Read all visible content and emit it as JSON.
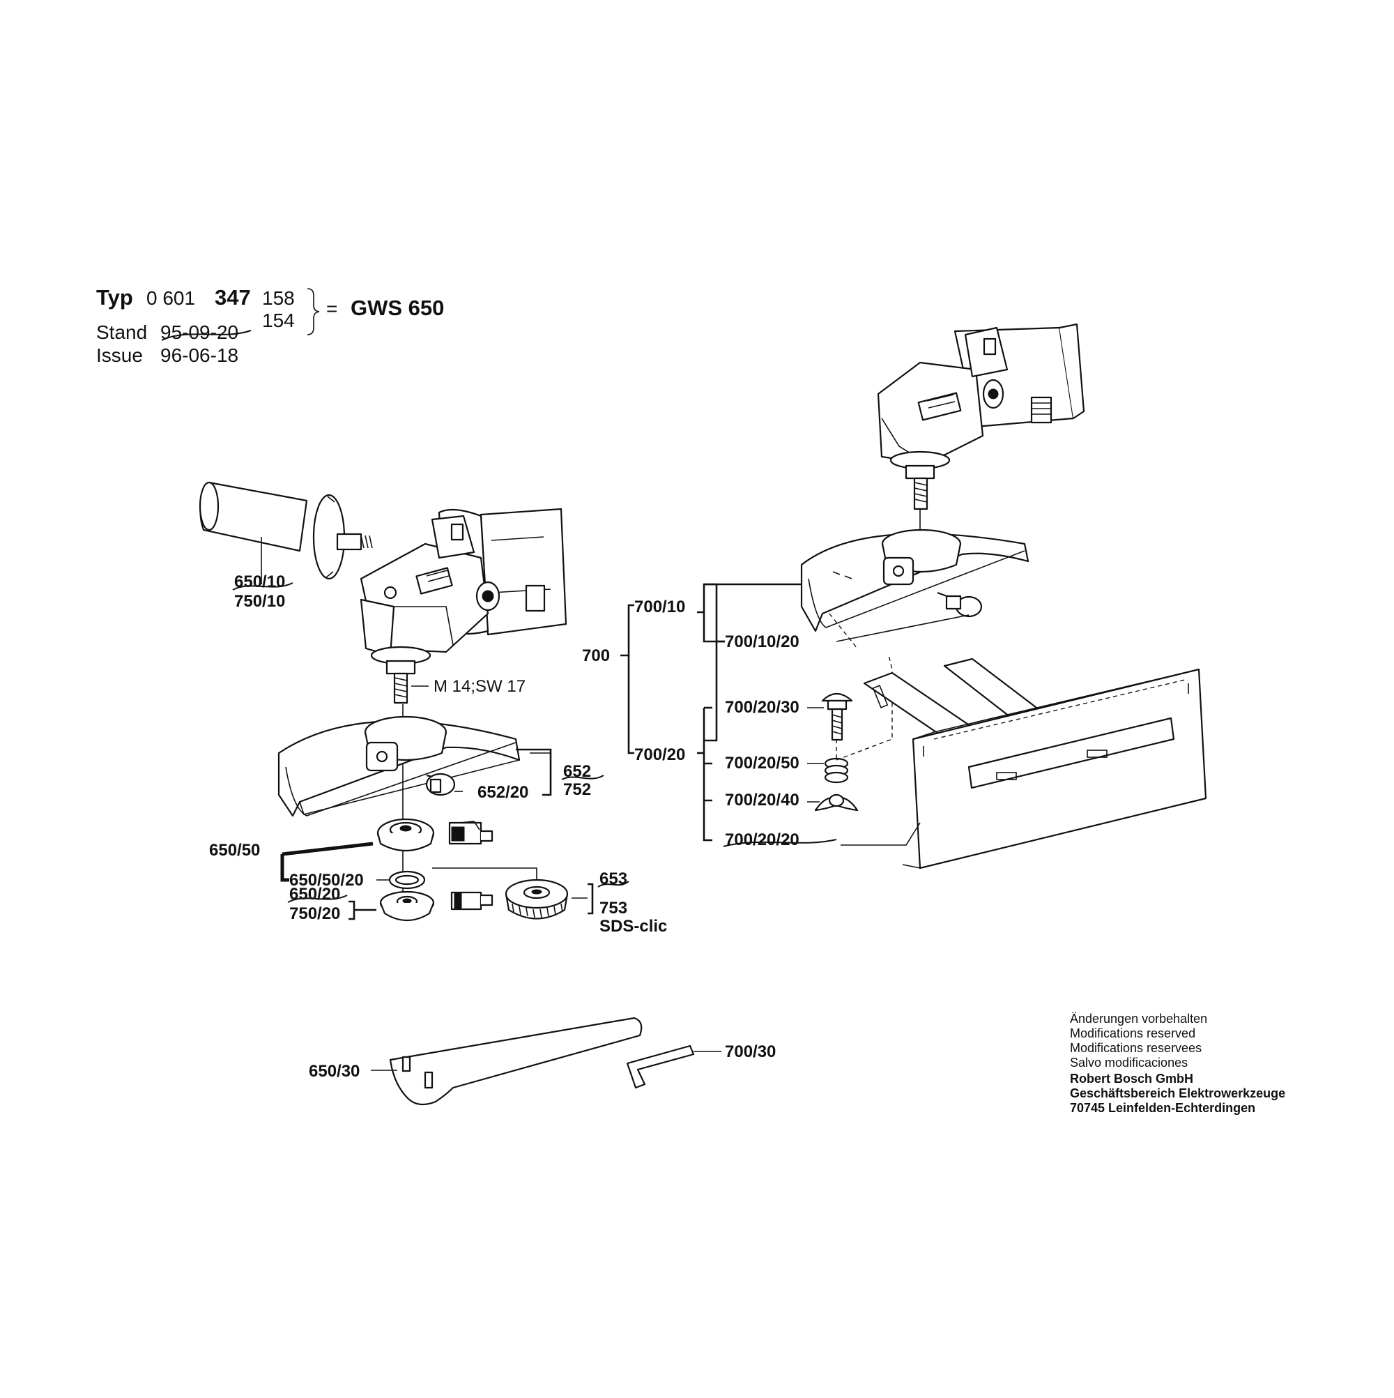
{
  "header": {
    "typ_label": "Typ",
    "typ_prefix": "0 601",
    "typ_main": "347",
    "variants": [
      "158",
      "154"
    ],
    "equals": "=",
    "model": "GWS 650",
    "stand_label": "Stand",
    "stand_date": "95-09-20",
    "issue_label": "Issue",
    "issue_date": "96-06-18"
  },
  "labels": {
    "l650_10": "650/10",
    "l750_10": "750/10",
    "thread": "M 14;SW 17",
    "l652": "652",
    "l752": "752",
    "l652_20": "652/20",
    "l650_50": "650/50",
    "l650_50_20": "650/50/20",
    "l650_20": "650/20",
    "l750_20": "750/20",
    "l653": "653",
    "l753": "753",
    "sds": "SDS-clic",
    "l700": "700",
    "l700_10": "700/10",
    "l700_10_20": "700/10/20",
    "l700_20": "700/20",
    "l700_20_30": "700/20/30",
    "l700_20_50": "700/20/50",
    "l700_20_40": "700/20/40",
    "l700_20_20": "700/20/20",
    "l650_30": "650/30",
    "l700_30": "700/30"
  },
  "footer": {
    "lines": [
      "Änderungen vorbehalten",
      "Modifications reserved",
      "Modifications reservees",
      "Salvo modificaciones"
    ],
    "company": [
      "Robert Bosch GmbH",
      "Geschäftsbereich Elektrowerkzeuge",
      "70745 Leinfelden-Echterdingen"
    ]
  },
  "icons": [
    "angle-grinder-icon",
    "auxiliary-handle-icon",
    "wheel-guard-icon",
    "mounting-flange-icon",
    "clamping-nut-icon",
    "sds-clic-nut-icon",
    "cutting-guide-icon",
    "two-pin-spanner-icon",
    "allen-key-icon",
    "wing-nut-icon",
    "carriage-bolt-icon",
    "spring-icon",
    "o-ring-icon"
  ]
}
